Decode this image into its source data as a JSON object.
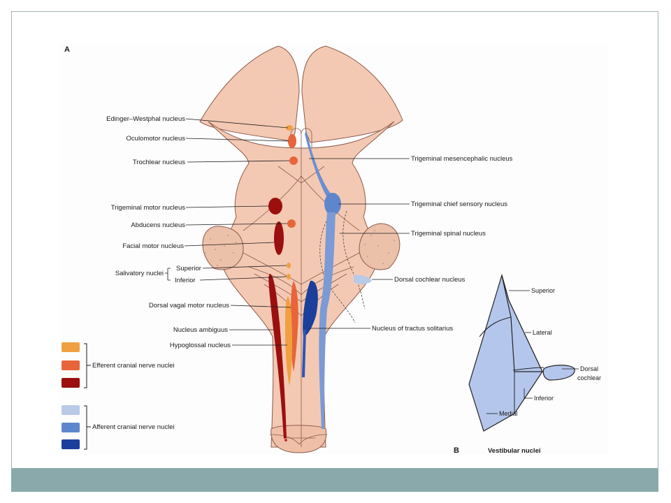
{
  "panel_a_letter": "A",
  "panel_b_letter": "B",
  "panel_b_title": "Vestibular nuclei",
  "left_labels": [
    "Edinger–Westphal nucleus",
    "Oculomotor nucleus",
    "Trochlear nucleus",
    "Trigeminal motor nucleus",
    "Abducens nucleus",
    "Facial motor nucleus",
    "Dorsal vagal motor nucleus",
    "Nucleus ambiguus",
    "Hypoglossal nucleus"
  ],
  "salivatory": {
    "group": "Salivatory nuclei",
    "superior": "Superior",
    "inferior": "Inferior"
  },
  "right_labels": [
    "Trigeminal mesencephalic nucleus",
    "Trigeminal chief sensory nucleus",
    "Trigeminal spinal nucleus",
    "Dorsal cochlear nucleus",
    "Nucleus of tractus solitarius"
  ],
  "legend": {
    "efferent": "Efferent cranial nerve nuclei",
    "afferent": "Afferent cranial nerve nuclei",
    "efferent_colors": [
      "#f0a040",
      "#e8643a",
      "#9b0f0f"
    ],
    "afferent_colors": [
      "#b9c9e8",
      "#5e86cc",
      "#1c3f9c"
    ]
  },
  "vestibular_labels": {
    "superior": "Superior",
    "lateral": "Lateral",
    "inferior": "Inferior",
    "medial": "Medial",
    "dorsal_cochlear_1": "Dorsal",
    "dorsal_cochlear_2": "cochlear"
  },
  "colors": {
    "brainstem": "#f4c9b3",
    "brainstem_stroke": "#8a5a4a",
    "footer": "#8aa9aa",
    "vestibular_fill": "#b4c6ec"
  }
}
